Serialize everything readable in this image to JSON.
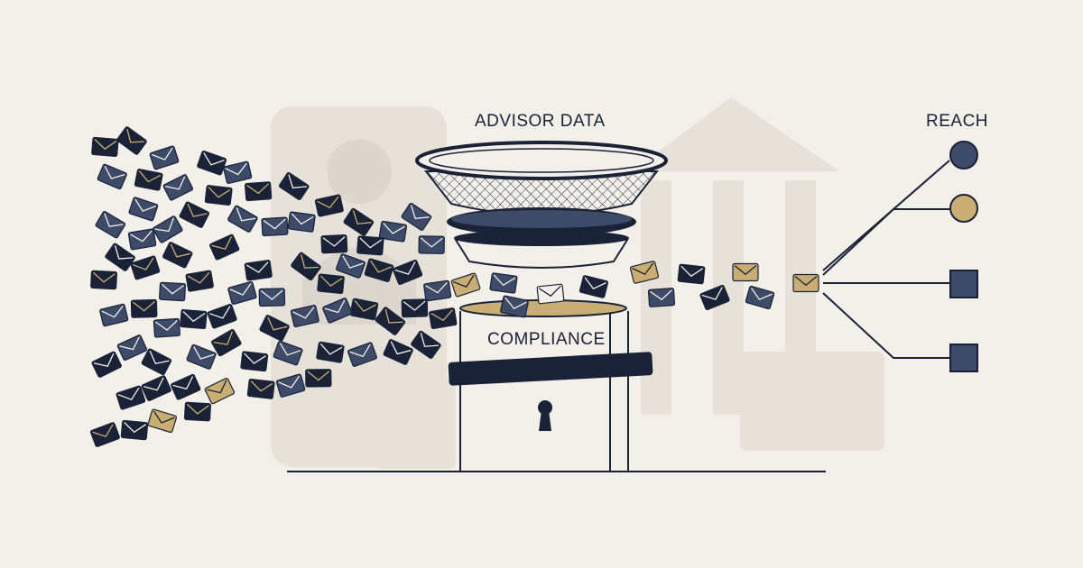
{
  "labels": {
    "advisor_data": "ADVISOR DATA",
    "compliance": "COMPLIANCE",
    "reach": "REACH"
  },
  "colors": {
    "background": "#f3f0ea",
    "navy": "#1a2238",
    "slate": "#3d4a68",
    "gold": "#c9ad73",
    "watermark": "#e6e2da"
  },
  "icons": {
    "input_envelopes": "envelope-icon",
    "sieve": "sieve-icon",
    "compliance_box": "locked-box",
    "lock": "keyhole-icon",
    "reach_nodes": [
      "circle-node",
      "circle-node",
      "square-node",
      "square-node"
    ]
  }
}
